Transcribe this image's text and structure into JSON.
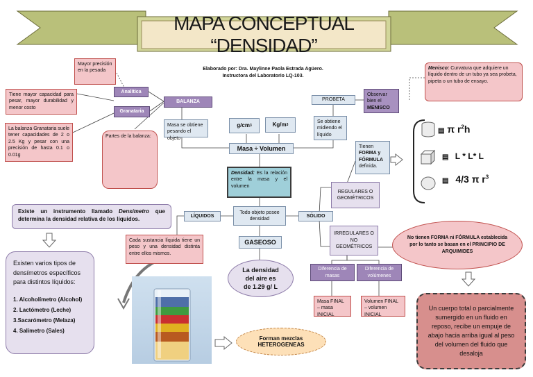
{
  "title": "MAPA CONCEPTUAL “DENSIDAD”",
  "credits": {
    "line1": "Elaborado por: Dra. Maylinne Paola Estrada Agüero.",
    "line2": "Instructora del Laboratorio LQ-103."
  },
  "center": {
    "formula": "Masa ÷ Volumen",
    "unit1": "g/cm",
    "unit1_sup": "3",
    "unit2": "Kg/m",
    "unit2_sup": "3",
    "definition_label": "Densidad:",
    "definition_text": " Es la relación entre la masa y el volumen",
    "states_text": "Todo objeto posee densidad"
  },
  "balanza": {
    "label": "BALANZA",
    "mass_text": "Masa se obtiene pesando el objeto",
    "analitica": "Analítica",
    "granataria": "Granataria",
    "analitica_note": "Mayor precisión en la pesada",
    "granataria_note": "Tiene mayor capacidad para pesar, mayor durabilidad y menor costo",
    "granataria_spec": "La balanza Granataria suele tener capacidades de 2 o 2.5 Kg y pesar con una precisión de hasta 0.1 o 0.01g",
    "parts": "Partes de la balanza:"
  },
  "probeta": {
    "label": "PROBETA",
    "volume_text": "Se obtiene midiendo el líquido",
    "observe_text": "Observar bien el",
    "observe_bold": "MENISCO",
    "menisco_label": "Menisco:",
    "menisco_text": " Curvatura que adquiere un líquido dentro de un tubo ya sea probeta, pipeta o un tubo de ensayo."
  },
  "solido": {
    "label": "SÓLIDO",
    "regulares": "REGULARES O GEOMÉTRICOS",
    "forma_pre": "Tienen",
    "forma_bold": "FORMA y FÓRMULA",
    "forma_post": "definida.",
    "formulas": [
      {
        "text": "π r",
        "sup": "2",
        "tail": "h"
      },
      {
        "text": "L * L* L",
        "sup": "",
        "tail": ""
      },
      {
        "text": "4/3 π r",
        "sup": "3",
        "tail": ""
      }
    ],
    "irregulares": "IRREGULARES O NO GEOMÉTRICOS",
    "no_forma": "No tienen FORMA ni FÓRMULA establecida por lo tanto se basan en el PRINCIPIO DE ARQUIMIDES",
    "dif_masas": "Diferencia de masas",
    "dif_volumenes": "Diferencia de volúmenes",
    "masa_calc": "Masa FINAL – masa INICIAL",
    "vol_calc": "Volumen FINAL – volumen INICIAL",
    "arquimides": "Un cuerpo total o parcialmente sumergido en un fluido en reposo, recibe un empuje de abajo hacia arriba igual al peso del volumen del fluido que desaloja"
  },
  "liquidos": {
    "label": "LÍQUIDOS",
    "densimetro_pre": "Existe un instrumento llamado ",
    "densimetro_em": "Densímetro",
    "densimetro_post": " que determina la densidad relativa de los líquidos.",
    "cada_sustancia": "Cada sustancia líquida tiene un peso y una densidad distinta entre ellos mismos.",
    "tipos_intro": "Existen varios tipos de densímetros específicos para distintos líquidos:",
    "tipos": [
      "1. Alcoholímetro (Alcohol)",
      "2. Lactómetro (Leche)",
      "3.Sacarómetro (Melaza)",
      "4. Salímetro (Sales)"
    ],
    "mezclas": "Forman mezclas HETEROGENEAS"
  },
  "gaseoso": {
    "label": "GASEOSO",
    "aire": "La densidad del aire es de 1.29 g/ L"
  },
  "colors": {
    "purple": "#9e86b8",
    "lavender": "#e6e0ee",
    "light_blue": "#dfe8f1",
    "pink": "#f4c6c9",
    "teal": "#9fcfd9",
    "orange": "#fde0b8",
    "salmon": "#d78f8d"
  }
}
